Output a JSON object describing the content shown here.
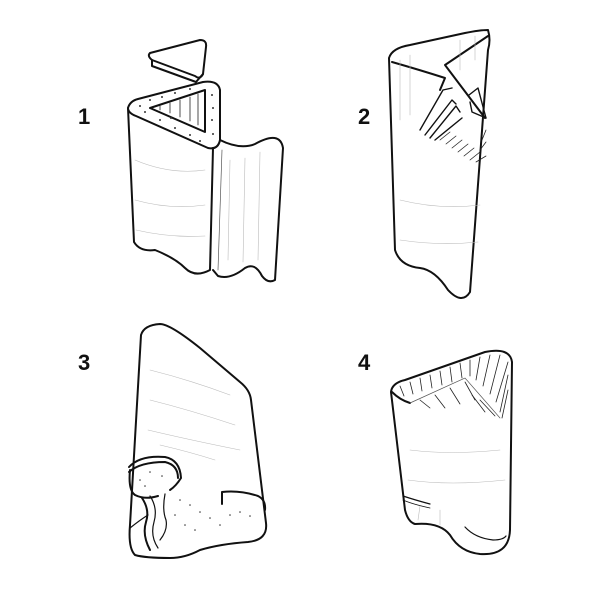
{
  "figure": {
    "description": "Four-step line illustration of folding/closing a triangular fabric tube",
    "steps": [
      {
        "number": "1",
        "caption": ""
      },
      {
        "number": "2",
        "caption": ""
      },
      {
        "number": "3",
        "caption": ""
      },
      {
        "number": "4",
        "caption": ""
      }
    ],
    "colors": {
      "ink": "#111111",
      "background": "#ffffff"
    }
  }
}
